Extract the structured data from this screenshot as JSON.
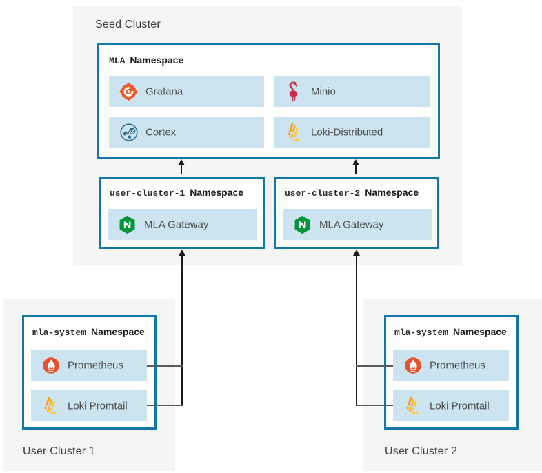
{
  "colors": {
    "border_blue": "#1177a8",
    "chip_blue": "#cbe4ef",
    "cluster_bg": "#f5f5f5",
    "arrow_black": "#1b1b1b",
    "connector_gray": "#5a5a5c",
    "grafana_orange": "#f05a28",
    "minio_red": "#c72c48",
    "cortex_teal": "#2f6c8c",
    "loki_orange": "#f8981d",
    "loki_yellow": "#fdc92e",
    "nginx_green": "#009639",
    "prometheus_orange": "#e6522c"
  },
  "seed_cluster": {
    "title": "Seed Cluster",
    "mla_namespace": {
      "name": "MLA",
      "type_label": "Namespace",
      "services": [
        {
          "label": "Grafana",
          "icon": "grafana-icon"
        },
        {
          "label": "Minio",
          "icon": "minio-icon"
        },
        {
          "label": "Cortex",
          "icon": "cortex-icon"
        },
        {
          "label": "Loki-Distributed",
          "icon": "loki-icon"
        }
      ]
    },
    "gateway_namespaces": [
      {
        "name": "user-cluster-1",
        "type_label": "Namespace",
        "service": {
          "label": "MLA Gateway",
          "icon": "nginx-icon"
        }
      },
      {
        "name": "user-cluster-2",
        "type_label": "Namespace",
        "service": {
          "label": "MLA Gateway",
          "icon": "nginx-icon"
        }
      }
    ]
  },
  "user_clusters": [
    {
      "title": "User Cluster 1",
      "namespace": {
        "name": "mla-system",
        "type_label": "Namespace",
        "services": [
          {
            "label": "Prometheus",
            "icon": "prometheus-icon"
          },
          {
            "label": "Loki Promtail",
            "icon": "loki-icon"
          }
        ]
      }
    },
    {
      "title": "User Cluster 2",
      "namespace": {
        "name": "mla-system",
        "type_label": "Namespace",
        "services": [
          {
            "label": "Prometheus",
            "icon": "prometheus-icon"
          },
          {
            "label": "Loki Promtail",
            "icon": "loki-icon"
          }
        ]
      }
    }
  ]
}
